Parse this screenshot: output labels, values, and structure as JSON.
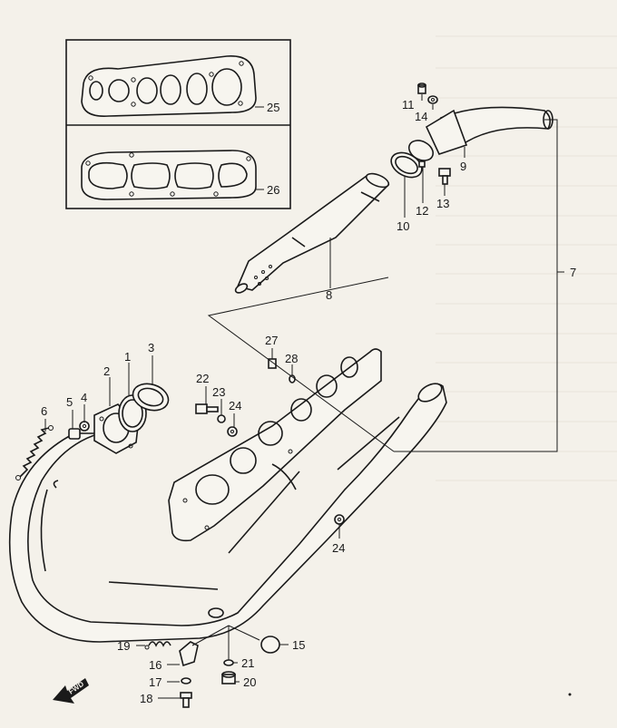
{
  "diagram": {
    "fwd_label": "FWD",
    "parts": [
      {
        "key": "p1",
        "label": "1"
      },
      {
        "key": "p2",
        "label": "2"
      },
      {
        "key": "p3",
        "label": "3"
      },
      {
        "key": "p4",
        "label": "4"
      },
      {
        "key": "p5",
        "label": "5"
      },
      {
        "key": "p6",
        "label": "6"
      },
      {
        "key": "p7",
        "label": "7"
      },
      {
        "key": "p8",
        "label": "8"
      },
      {
        "key": "p9",
        "label": "9"
      },
      {
        "key": "p10",
        "label": "10"
      },
      {
        "key": "p11",
        "label": "11"
      },
      {
        "key": "p12",
        "label": "12"
      },
      {
        "key": "p13",
        "label": "13"
      },
      {
        "key": "p14",
        "label": "14"
      },
      {
        "key": "p15",
        "label": "15"
      },
      {
        "key": "p16",
        "label": "16"
      },
      {
        "key": "p17",
        "label": "17"
      },
      {
        "key": "p18",
        "label": "18"
      },
      {
        "key": "p19",
        "label": "19"
      },
      {
        "key": "p20",
        "label": "20"
      },
      {
        "key": "p21",
        "label": "21"
      },
      {
        "key": "p22",
        "label": "22"
      },
      {
        "key": "p23",
        "label": "23"
      },
      {
        "key": "p24a",
        "label": "24"
      },
      {
        "key": "p24b",
        "label": "24"
      },
      {
        "key": "p25",
        "label": "25"
      },
      {
        "key": "p26",
        "label": "26"
      },
      {
        "key": "p27",
        "label": "27"
      },
      {
        "key": "p28",
        "label": "28"
      }
    ]
  }
}
